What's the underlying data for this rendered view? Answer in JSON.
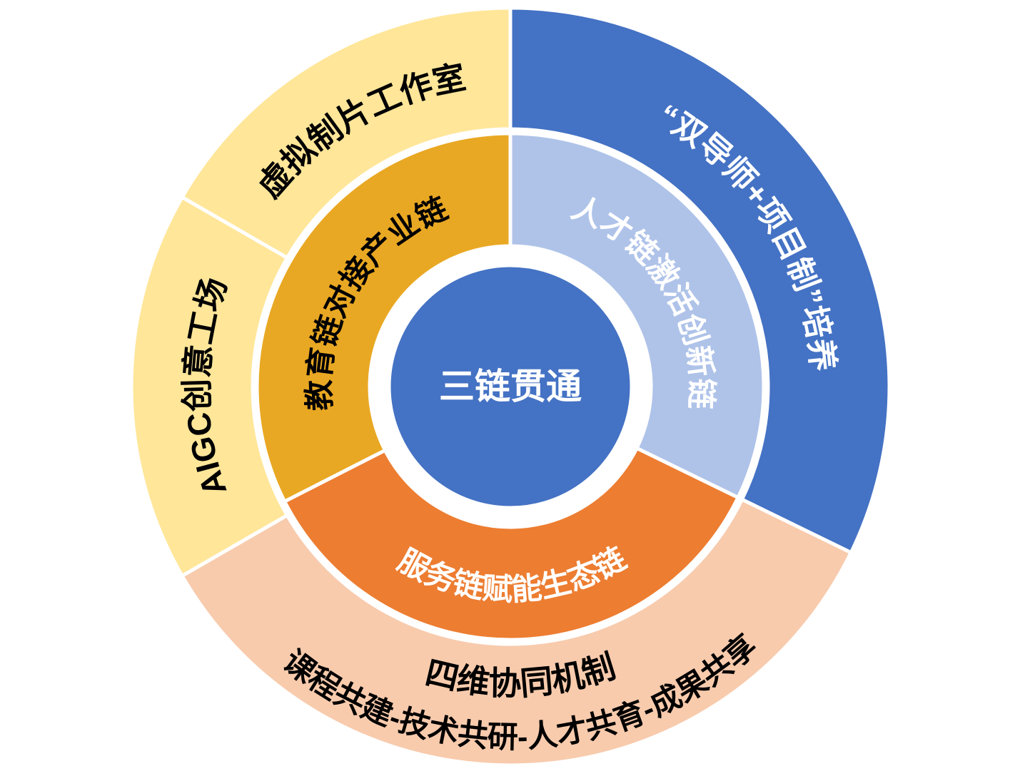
{
  "page": {
    "background": "#FFFFFF"
  },
  "diagram": {
    "type": "concentric-ring-diagram",
    "center": {
      "name": "three-chain-integration",
      "label": "三链贯通",
      "color": "#4472C4",
      "text_color": "#FFFFFF"
    },
    "inner_ring": [
      {
        "name": "education-chain",
        "label": "教育链对接产业链",
        "color": "#E9A823",
        "text_color": "#000000"
      },
      {
        "name": "talent-chain",
        "label": "人才链激活创新链",
        "color": "#AFC3E9",
        "text_color": "#FFFFFF"
      },
      {
        "name": "service-chain",
        "label": "服务链赋能生态链",
        "color": "#ED7D31",
        "text_color": "#FFFFFF"
      }
    ],
    "outer_ring": [
      {
        "name": "virtual-production-studio",
        "label": "虚拟制片工作室",
        "color": "#FFE699",
        "text_color": "#000000"
      },
      {
        "name": "aigc-creative-factory",
        "label": "AIGC创意工场",
        "color": "#FFE699",
        "text_color": "#000000"
      },
      {
        "name": "dual-mentor-project-training",
        "label": "“双导师+项目制”培养",
        "color": "#4472C4",
        "text_color": "#FFFFFF"
      },
      {
        "name": "four-dimension-collaboration",
        "label": "四维协同机制",
        "sublabel": "课程共建-技术共研-人才共育-成果共享",
        "color": "#F8CBAD",
        "text_color": "#000000"
      }
    ]
  }
}
